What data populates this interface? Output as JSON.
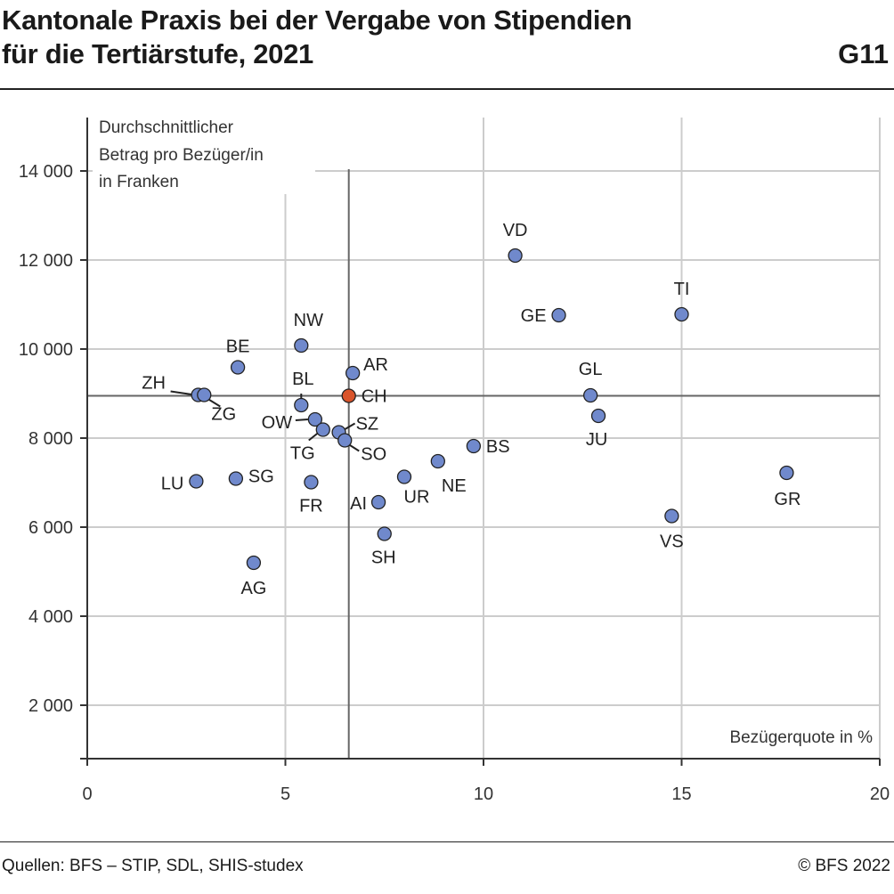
{
  "header": {
    "title_line1": "Kantonale Praxis bei der Vergabe von Stipendien",
    "title_line2": "für die Tertiärstufe, 2021",
    "chart_id": "G11"
  },
  "footer": {
    "sources": "Quellen: BFS – STIP, SDL, SHIS-studex",
    "copyright": "© BFS 2022"
  },
  "colors": {
    "point": "#7089cc",
    "highlight": "#d9542b",
    "grid": "#cccccc",
    "reference_line": "#666666"
  },
  "chart_data": {
    "type": "scatter",
    "ylabel_lines": [
      "Durchschnittlicher",
      "Betrag pro Bezüger/in",
      "in Franken"
    ],
    "xlabel": "Bezügerquote in %",
    "xlim": [
      0,
      20
    ],
    "ylim": [
      800,
      15200
    ],
    "x_ticks": [
      0,
      5,
      10,
      15,
      20
    ],
    "x_tick_labels": [
      "0",
      "5",
      "10",
      "15",
      "20"
    ],
    "y_ticks": [
      2000,
      4000,
      6000,
      8000,
      10000,
      12000,
      14000
    ],
    "y_tick_labels": [
      "2 000",
      "4 000",
      "6 000",
      "8 000",
      "10 000",
      "12 000",
      "14 000"
    ],
    "grid": true,
    "reference_lines": {
      "x": 6.6,
      "y": 8950
    },
    "points": [
      {
        "label": "VD",
        "x": 10.8,
        "y": 12100
      },
      {
        "label": "TI",
        "x": 15.0,
        "y": 10780
      },
      {
        "label": "GE",
        "x": 11.9,
        "y": 10760
      },
      {
        "label": "NW",
        "x": 5.4,
        "y": 10080
      },
      {
        "label": "BE",
        "x": 3.8,
        "y": 9590
      },
      {
        "label": "AR",
        "x": 6.7,
        "y": 9460
      },
      {
        "label": "ZH",
        "x": 2.8,
        "y": 8970
      },
      {
        "label": "ZG",
        "x": 2.95,
        "y": 8970
      },
      {
        "label": "CH",
        "x": 6.6,
        "y": 8950,
        "highlight": true
      },
      {
        "label": "GL",
        "x": 12.7,
        "y": 8960
      },
      {
        "label": "BL",
        "x": 5.4,
        "y": 8740
      },
      {
        "label": "JU",
        "x": 12.9,
        "y": 8500
      },
      {
        "label": "OW",
        "x": 5.75,
        "y": 8420
      },
      {
        "label": "TG",
        "x": 5.95,
        "y": 8190
      },
      {
        "label": "SZ",
        "x": 6.35,
        "y": 8130
      },
      {
        "label": "SO",
        "x": 6.5,
        "y": 7950
      },
      {
        "label": "BS",
        "x": 9.75,
        "y": 7820
      },
      {
        "label": "NE",
        "x": 8.85,
        "y": 7480
      },
      {
        "label": "GR",
        "x": 17.65,
        "y": 7220
      },
      {
        "label": "UR",
        "x": 8.0,
        "y": 7130
      },
      {
        "label": "SG",
        "x": 3.75,
        "y": 7090
      },
      {
        "label": "LU",
        "x": 2.75,
        "y": 7030
      },
      {
        "label": "FR",
        "x": 5.65,
        "y": 7010
      },
      {
        "label": "AI",
        "x": 7.35,
        "y": 6560
      },
      {
        "label": "VS",
        "x": 14.75,
        "y": 6250
      },
      {
        "label": "SH",
        "x": 7.5,
        "y": 5850
      },
      {
        "label": "AG",
        "x": 4.2,
        "y": 5200
      }
    ]
  }
}
